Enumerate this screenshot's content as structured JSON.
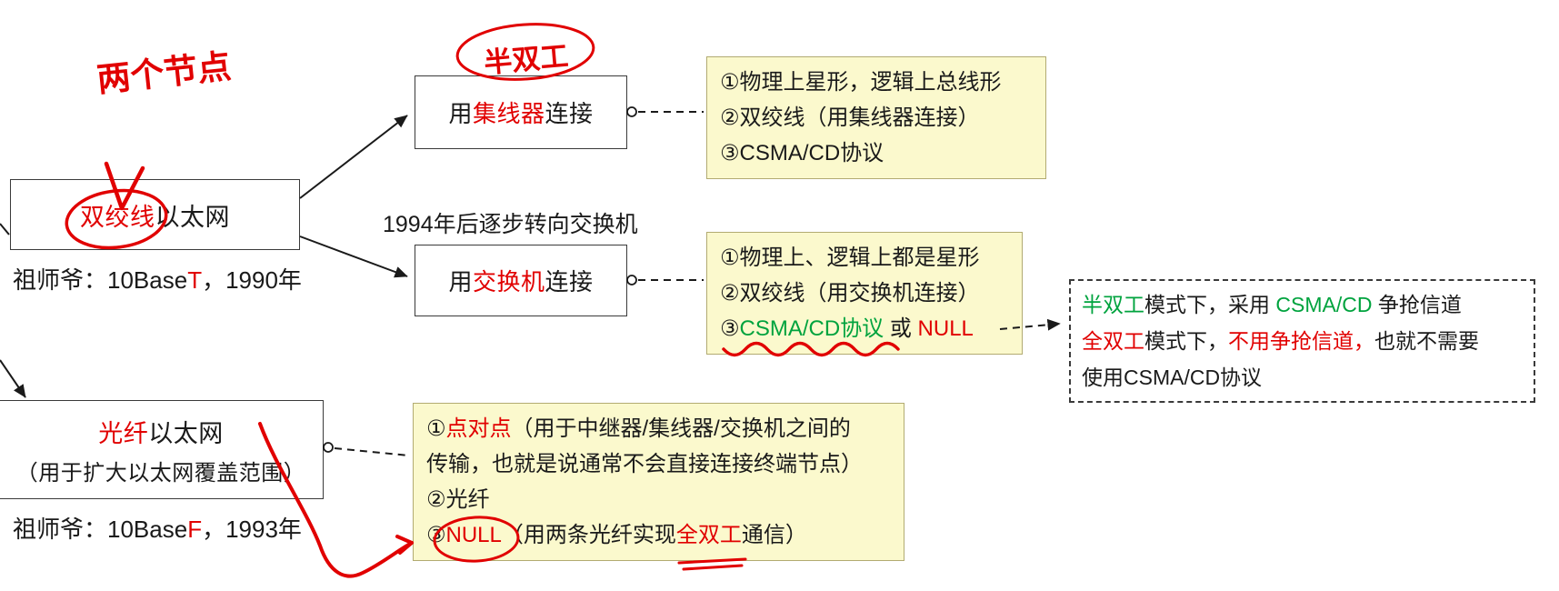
{
  "palette": {
    "red": "#e10000",
    "green": "#00a33e",
    "ink": "#1a1a1a"
  },
  "handwriting": {
    "two_nodes": "两个节点",
    "half_duplex": "半双工"
  },
  "transition_note": "1994年后逐步转向交换机",
  "nodes": {
    "twisted": {
      "title": [
        {
          "t": "双绞线",
          "c": "red"
        },
        {
          "t": "以太网"
        }
      ],
      "caption": [
        {
          "t": "祖师爷：10Base"
        },
        {
          "t": "T",
          "c": "red"
        },
        {
          "t": "，1990年"
        }
      ]
    },
    "hub": {
      "label": [
        {
          "t": "用"
        },
        {
          "t": "集线器",
          "c": "red"
        },
        {
          "t": "连接"
        }
      ]
    },
    "switch": {
      "label": [
        {
          "t": "用"
        },
        {
          "t": "交换机",
          "c": "red"
        },
        {
          "t": "连接"
        }
      ]
    },
    "fiber": {
      "title": [
        {
          "t": "光纤",
          "c": "red"
        },
        {
          "t": "以太网"
        }
      ],
      "subtitle": [
        {
          "t": "（用于扩大以太网覆盖范围）"
        }
      ],
      "caption": [
        {
          "t": "祖师爷：10Base"
        },
        {
          "t": "F",
          "c": "red"
        },
        {
          "t": "，1993年"
        }
      ]
    }
  },
  "notes": {
    "hub": {
      "lines": [
        [
          {
            "t": "①物理上星形，逻辑上总线形"
          }
        ],
        [
          {
            "t": "②双绞线（用集线器连接）"
          }
        ],
        [
          {
            "t": "③CSMA/CD协议"
          }
        ]
      ]
    },
    "switch": {
      "lines": [
        [
          {
            "t": "①物理上、逻辑上都是星形"
          }
        ],
        [
          {
            "t": "②双绞线（用交换机连接）"
          }
        ],
        [
          {
            "t": "③"
          },
          {
            "t": "CSMA/CD协议",
            "c": "green"
          },
          {
            "t": " 或 "
          },
          {
            "t": "NULL",
            "c": "red"
          }
        ]
      ]
    },
    "duplex": {
      "lines": [
        [
          {
            "t": "半双工",
            "c": "green"
          },
          {
            "t": "模式下，采用 "
          },
          {
            "t": "CSMA/CD",
            "c": "green"
          },
          {
            "t": " 争抢信道"
          }
        ],
        [
          {
            "t": "全双工",
            "c": "red"
          },
          {
            "t": "模式下，"
          },
          {
            "t": "不用争抢信道，",
            "c": "red"
          },
          {
            "t": "也就不需要"
          }
        ],
        [
          {
            "t": "使用CSMA/CD协议"
          }
        ]
      ]
    },
    "fiber": {
      "lines": [
        [
          {
            "t": "①"
          },
          {
            "t": "点对点",
            "c": "red"
          },
          {
            "t": "（用于中继器/集线器/交换机之间的"
          }
        ],
        [
          {
            "t": "传输，也就是说通常不会直接连接终端节点）"
          }
        ],
        [
          {
            "t": "②光纤"
          }
        ],
        [
          {
            "t": "③"
          },
          {
            "t": "NULL",
            "c": "red"
          },
          {
            "t": "（用两条光纤实现"
          },
          {
            "t": "全双工",
            "c": "red"
          },
          {
            "t": "通信）"
          }
        ]
      ]
    }
  }
}
